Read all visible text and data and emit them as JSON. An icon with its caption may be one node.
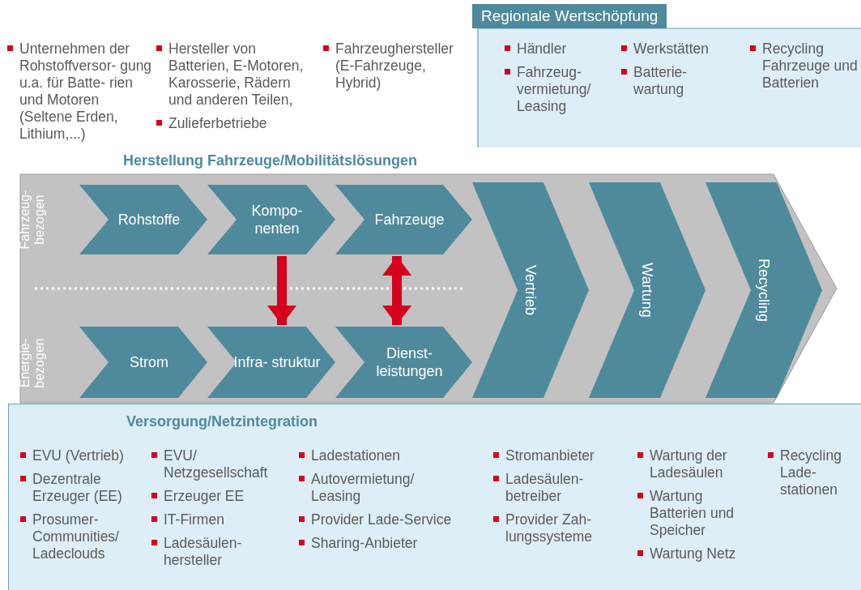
{
  "diagram": {
    "nodes": [
      {
        "text": [
          "Regionale Wertschöpfung"
        ]
      },
      {
        "text": [
          "Herstellung Fahrzeuge/Mobilitätslösungen"
        ]
      },
      {
        "text": [
          "Rohstoffe"
        ],
        "in": 1
      },
      {
        "text": [
          "Kompo- nenten"
        ],
        "in": 1
      },
      {
        "text": [
          "Fahrzeuge"
        ],
        "in": 1
      },
      {
        "text": [
          "Strom"
        ],
        "in": 1
      },
      {
        "text": [
          "Infra- struktur"
        ],
        "in": 1
      },
      {
        "text": [
          "Dienst- leistungen"
        ],
        "in": 1
      },
      {
        "text": [
          "Vertrieb"
        ],
        "in": 1
      },
      {
        "text": [
          "Wartung"
        ],
        "in": 1
      },
      {
        "text": [
          "Recycling"
        ],
        "in": 1
      },
      {
        "text": [
          "Versorgung/Netzintegration"
        ]
      }
    ],
    "edges": [
      {
        "from": 3,
        "to": 6,
        "arrow": "to"
      },
      {
        "from": 4,
        "to": 7,
        "arrow": "both"
      }
    ],
    "labels": [
      "Unternehmen der Rohstoffversor- gung u.a. für Batte- rien und Motoren (Seltene Erden, Lithium,...)",
      "Hersteller von Batterien, E-Motoren, Karosserie, Rädern und anderen Teilen,",
      "Zulieferbetriebe",
      "Fahrzeughersteller (E-Fahrzeuge, Hybrid)",
      "Händler",
      "Fahrzeug- vermietung/ Leasing",
      "Werkstätten",
      "Batterie- wartung",
      "Recycling Fahrzeuge und Batterien",
      "Fahrzeug- bezogen",
      "Energie- bezogen",
      "EVU (Vertrieb)",
      "Dezentrale Erzeuger (EE)",
      "Prosumer- Communities/ Ladeclouds",
      "EVU/ Netzgesellschaft",
      "Erzeuger EE",
      "IT-Firmen",
      "Ladesäulen- hersteller",
      "Ladestationen",
      "Autovermietung/ Leasing",
      "Provider Lade-Service",
      "Sharing-Anbieter",
      "Stromanbieter",
      "Ladesäulen- betreiber",
      "Provider Zah- lungssysteme",
      "Wartung der Ladesäulen",
      "Wartung Batterien und Speicher",
      "Wartung Netz",
      "Recycling Lade- stationen"
    ]
  }
}
